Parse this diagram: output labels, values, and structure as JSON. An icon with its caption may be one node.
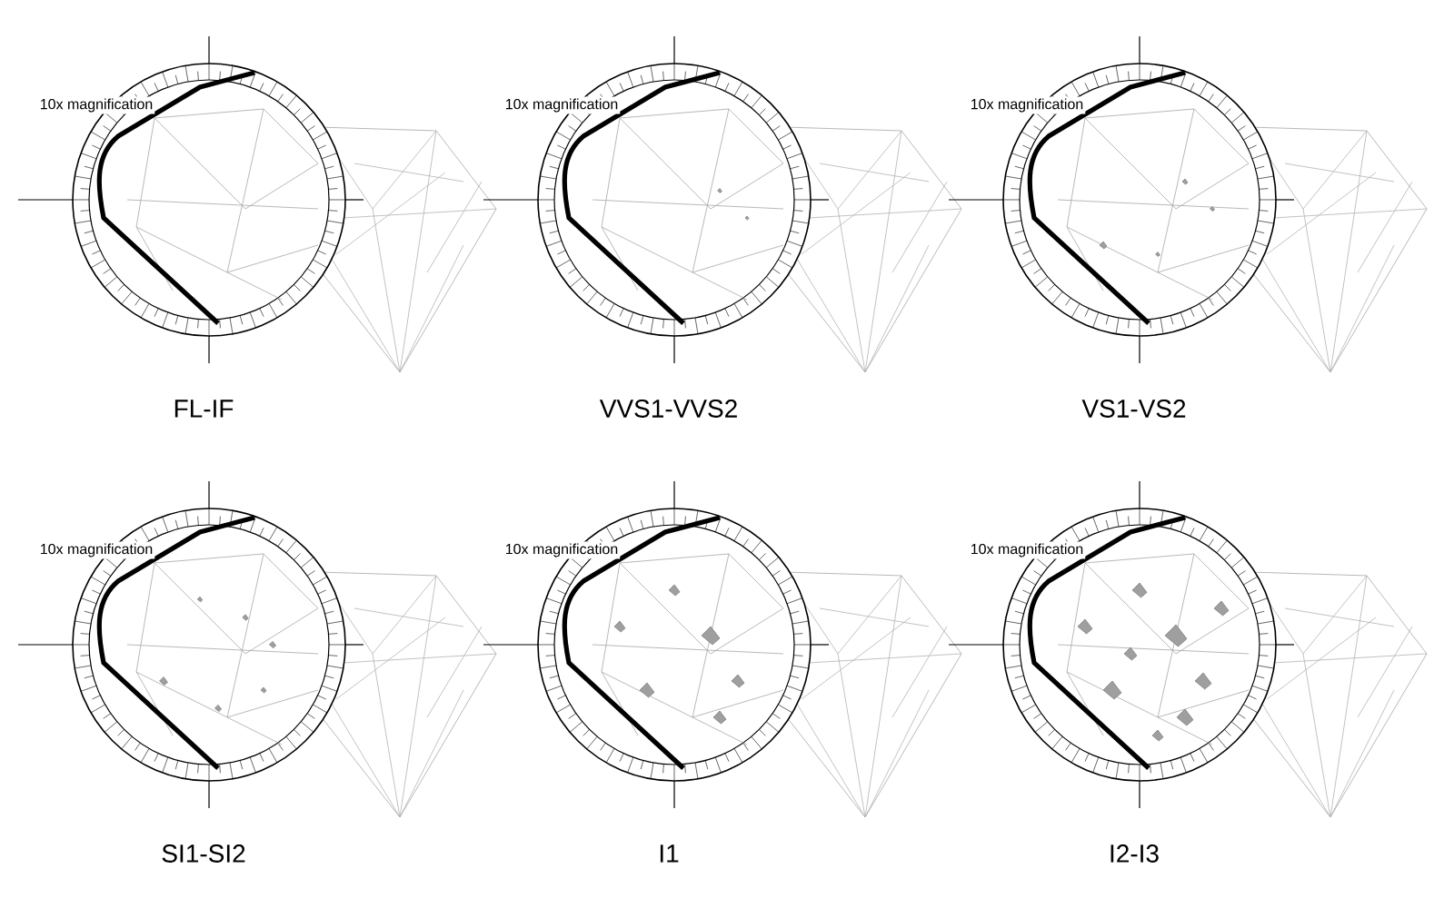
{
  "diagram": {
    "labels": [
      "10x magnification",
      "10x magnification",
      "10x magnification",
      "FL-IF",
      "VVS1-VVS2",
      "VS1-VS2",
      "10x magnification",
      "10x magnification",
      "10x magnification",
      "SI1-SI2",
      "I1",
      "I2-I3"
    ]
  }
}
